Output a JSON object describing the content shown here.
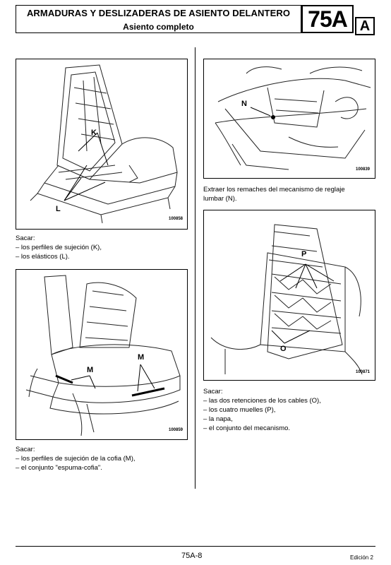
{
  "header": {
    "title": "ARMADURAS Y DESLIZADERAS DE ASIENTO DELANTERO",
    "subtitle": "Asiento completo",
    "section_code": "75A",
    "section_letter": "A"
  },
  "figures": [
    {
      "number": "100858",
      "callouts": [
        "K",
        "L"
      ]
    },
    {
      "number": "100859",
      "callouts": [
        "M",
        "M"
      ]
    },
    {
      "number": "100839",
      "callouts": [
        "N"
      ]
    },
    {
      "number": "100871",
      "callouts": [
        "P",
        "O"
      ]
    }
  ],
  "captions": {
    "fig1": [
      "Sacar:",
      "– los perfiles de sujeción (K),",
      "– los elásticos (L)."
    ],
    "fig2": [
      "Sacar:",
      "– los perfiles de sujeción de la cofia (M),",
      "– el conjunto \"espuma-cofia\"."
    ],
    "fig3": [
      "Extraer los remaches del mecanismo de reglaje",
      "lumbar (N)."
    ],
    "fig4": [
      "Sacar:",
      "– las dos retenciones de los cables (O),",
      "– los cuatro muelles (P),",
      "– la napa,",
      "– el conjunto del mecanismo."
    ]
  },
  "footer": {
    "page": "75A-8",
    "edition": "Edición 2"
  }
}
